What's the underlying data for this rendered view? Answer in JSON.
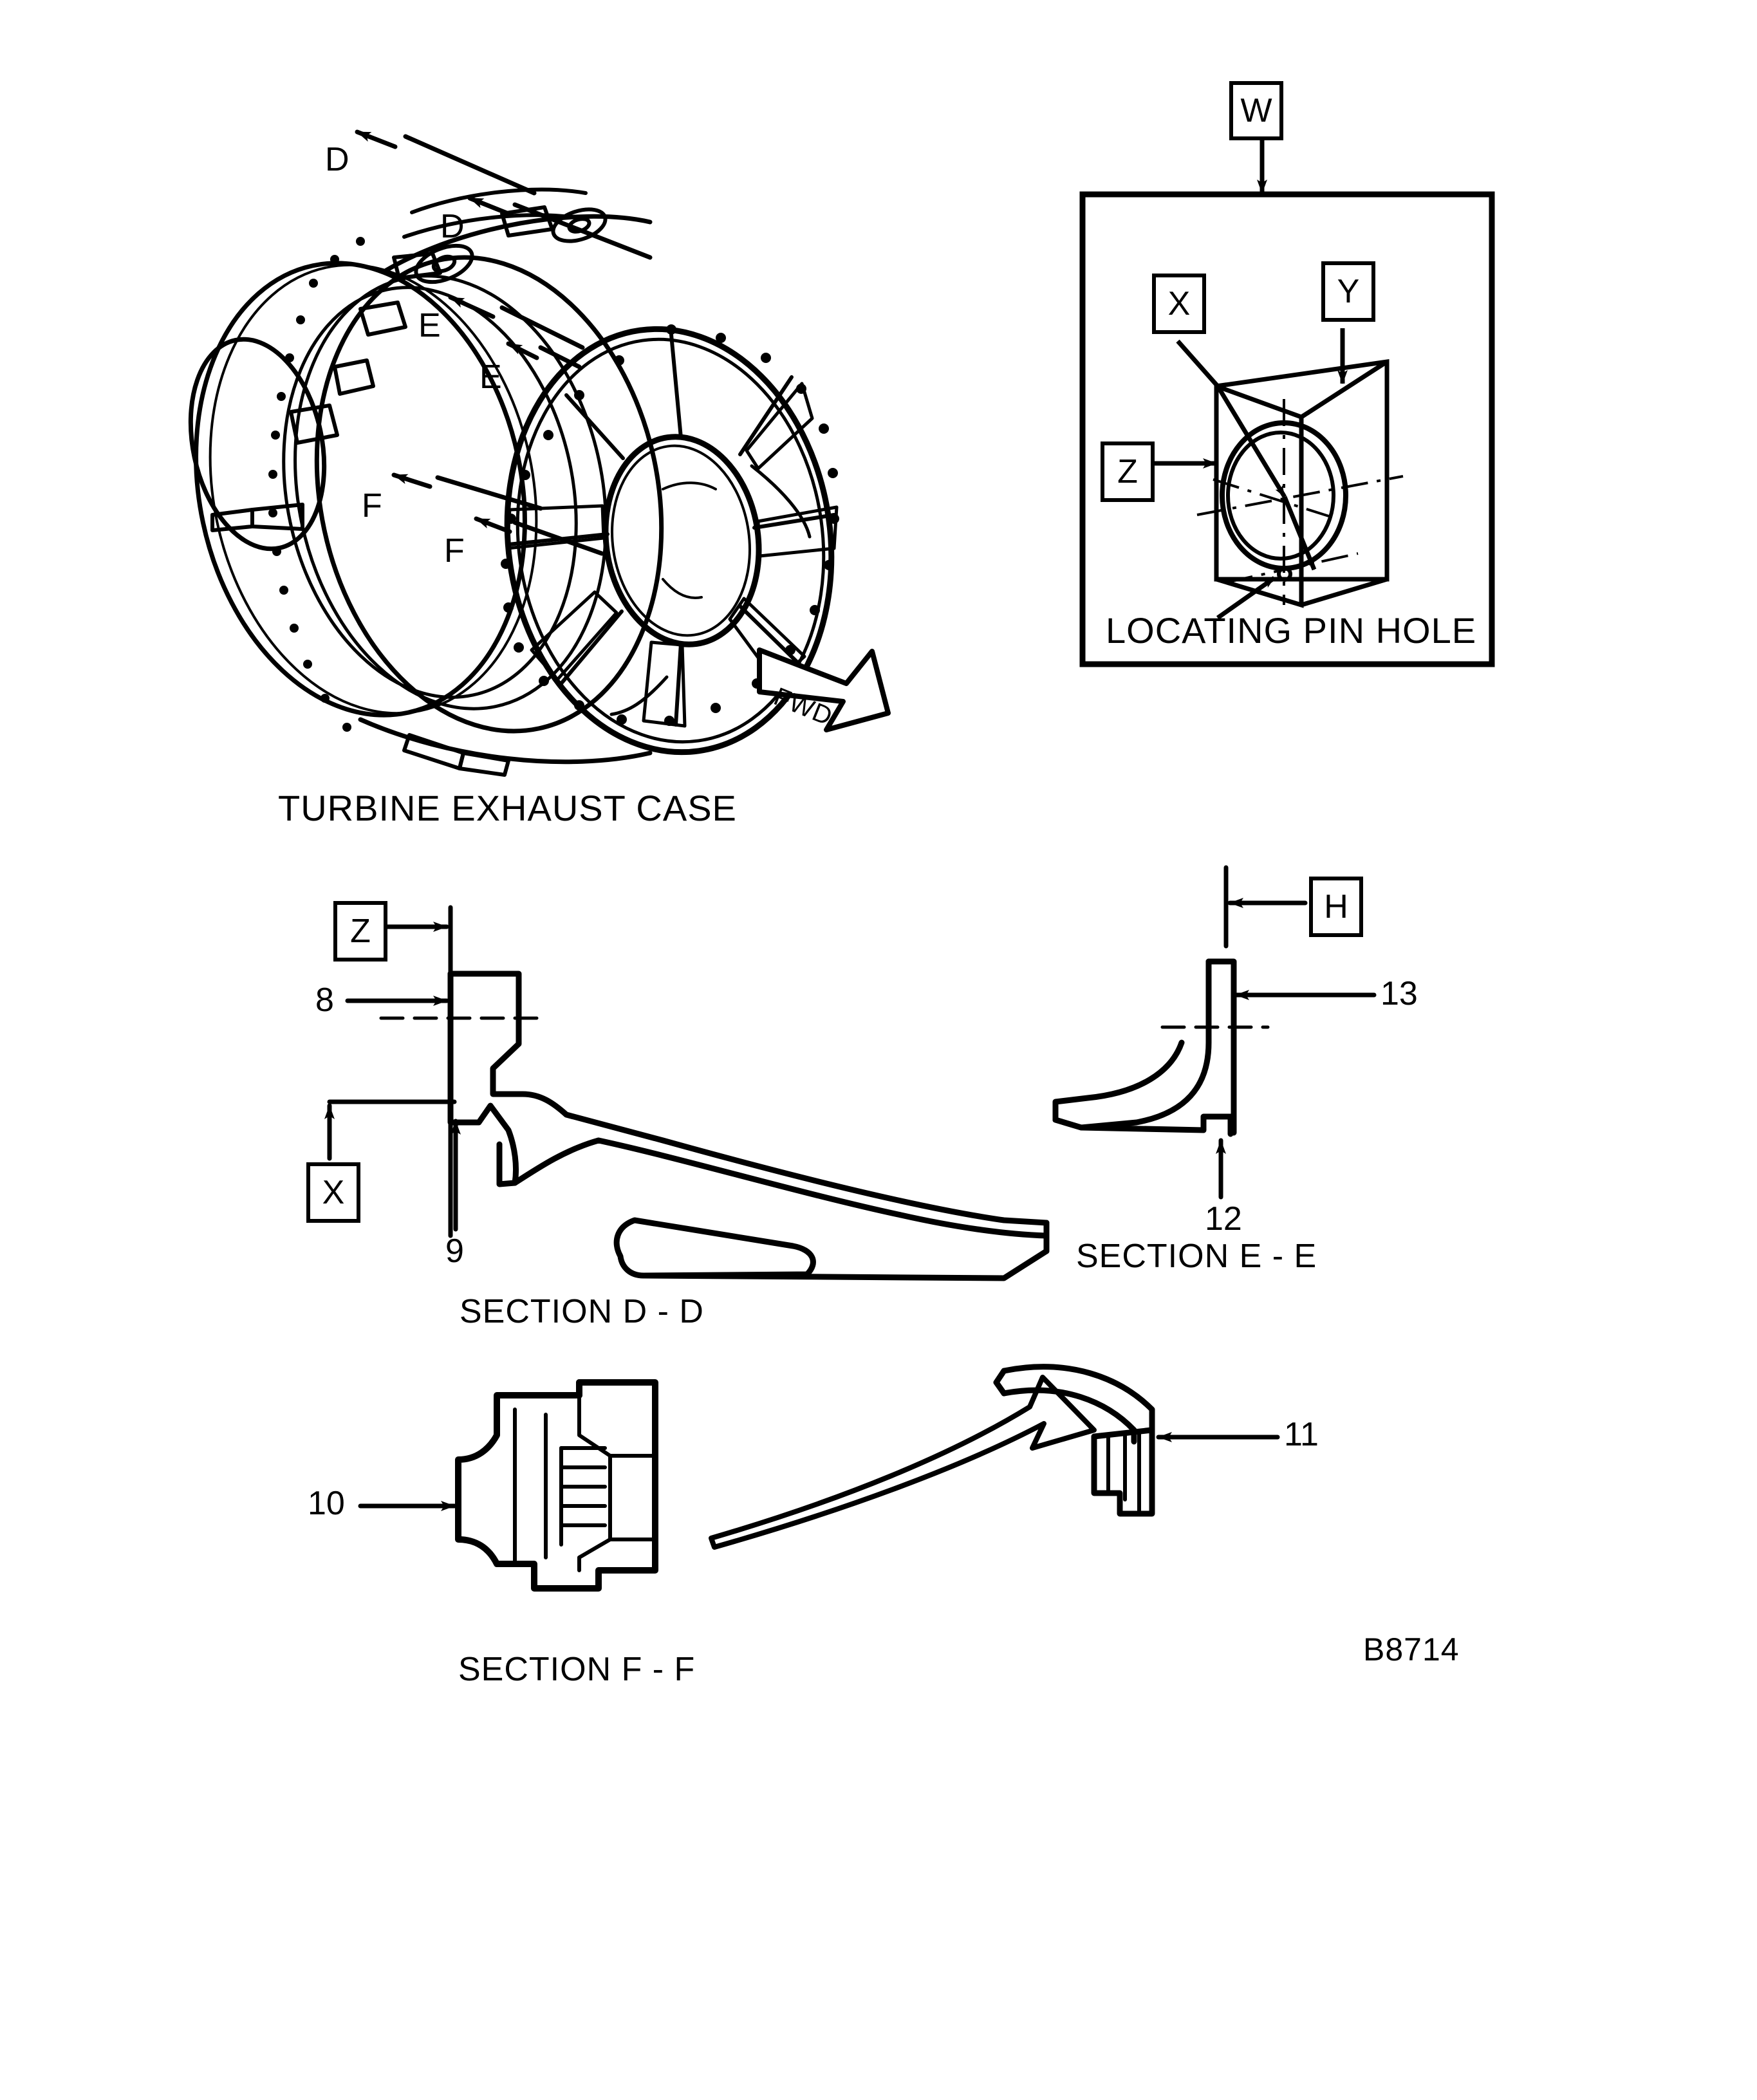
{
  "figure": {
    "code": "B8714",
    "main_view_title": "TURBINE EXHAUST CASE",
    "direction_arrow": "FWD"
  },
  "main_view": {
    "section_marks": [
      {
        "label": "D",
        "id": "section-mark-d-outer"
      },
      {
        "label": "D",
        "id": "section-mark-d-inner"
      },
      {
        "label": "E",
        "id": "section-mark-e-outer"
      },
      {
        "label": "E",
        "id": "section-mark-e-inner"
      },
      {
        "label": "F",
        "id": "section-mark-f-outer"
      },
      {
        "label": "F",
        "id": "section-mark-f-inner"
      }
    ]
  },
  "detail_w": {
    "callout": "W",
    "caption": "LOCATING PIN HOLE",
    "datums": [
      {
        "label": "X",
        "id": "datum-x"
      },
      {
        "label": "Y",
        "id": "datum-y"
      },
      {
        "label": "Z",
        "id": "datum-z"
      }
    ]
  },
  "section_dd": {
    "title": "SECTION D - D",
    "datum_top": "Z",
    "datum_bottom": "X",
    "items": [
      {
        "number": "8"
      },
      {
        "number": "9"
      }
    ]
  },
  "section_ee": {
    "title": "SECTION E - E",
    "datum": "H",
    "items": [
      {
        "number": "13"
      },
      {
        "number": "12"
      }
    ]
  },
  "section_ff": {
    "title": "SECTION F - F",
    "items": [
      {
        "number": "10"
      },
      {
        "number": "11"
      }
    ]
  }
}
